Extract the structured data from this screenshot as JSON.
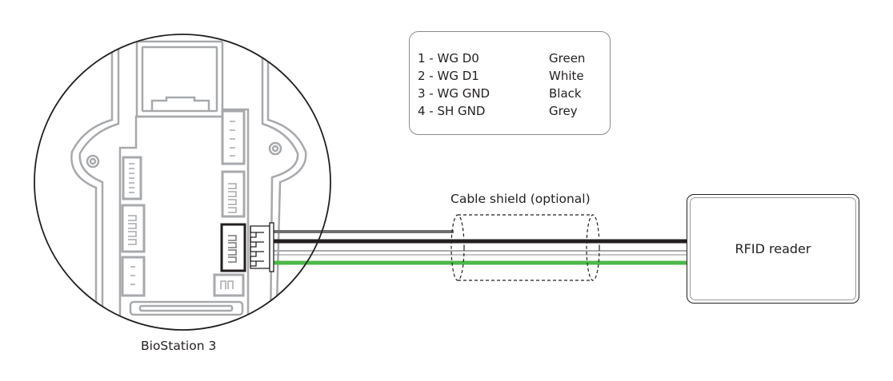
{
  "pin_legend": {
    "rows": [
      {
        "signal": "1 - WG D0",
        "color": "Green"
      },
      {
        "signal": "2 - WG D1",
        "color": "White"
      },
      {
        "signal": "3 - WG GND",
        "color": "Black"
      },
      {
        "signal": "4 - SH GND",
        "color": "Grey"
      }
    ]
  },
  "labels": {
    "device": "BioStation 3",
    "shield": "Cable shield (optional)",
    "reader": "RFID reader"
  },
  "wire_colors": {
    "grey": "#6d6e70",
    "black": "#231f20",
    "white": "#a7a9ac",
    "green": "#4cb848"
  }
}
